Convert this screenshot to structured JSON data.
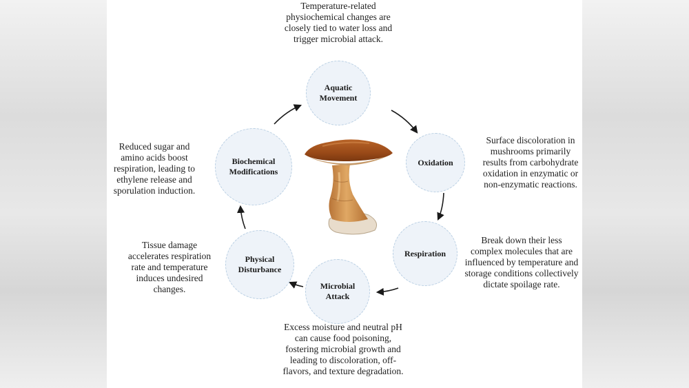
{
  "nodes": {
    "aquatic": "Aquatic Movement",
    "oxidation": "Oxidation",
    "respiration": "Respiration",
    "microbial": "Microbial Attack",
    "physical": "Physical Disturbance",
    "biochemical": "Biochemical Modifications"
  },
  "descriptions": {
    "aquatic": "Temperature-related physiochemical changes are closely tied to water loss and trigger microbial attack.",
    "oxidation": "Surface discoloration in mushrooms primarily results from carbohydrate oxidation in enzymatic or non-enzymatic reactions.",
    "respiration": "Break down their less complex molecules that are influenced by temperature and storage conditions collectively dictate spoilage rate.",
    "microbial": "Excess moisture and neutral pH can cause food poisoning, fostering microbial growth and leading to discoloration, off-flavors, and texture degradation.",
    "physical": "Tissue damage accelerates respiration rate and temperature induces undesired changes.",
    "biochemical": "Reduced sugar and amino acids boost respiration, leading to ethylene release and sporulation induction."
  },
  "colors": {
    "node_fill": "#eef3f9",
    "node_border": "#b9cfe3",
    "mushroom_cap": "#a0521e",
    "mushroom_stem": "#c98b4a"
  },
  "icons": [
    "mushroom-illustration",
    "cycle-arrow"
  ]
}
